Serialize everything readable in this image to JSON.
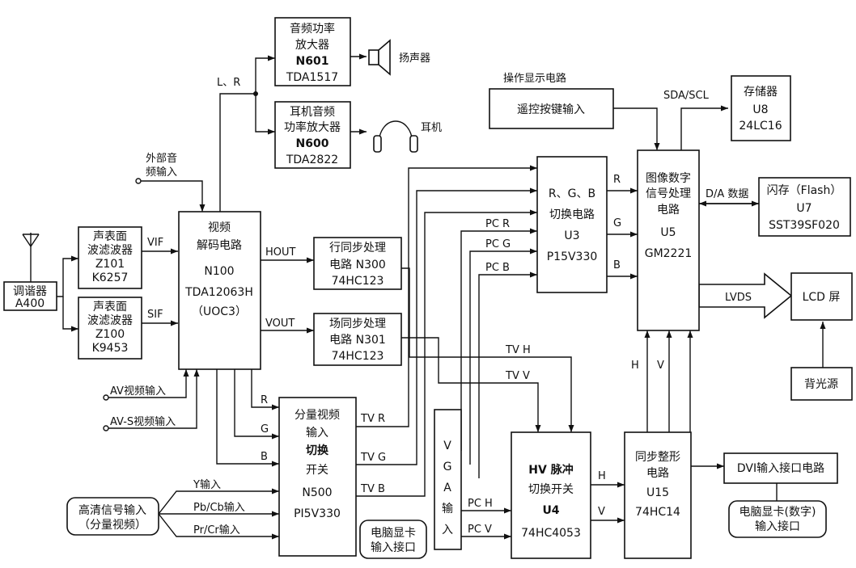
{
  "boxes": {
    "tuner": [
      "调谐器",
      "A400"
    ],
    "saw1": [
      "声表面",
      "波滤波器",
      "Z101",
      "K6257"
    ],
    "saw2": [
      "声表面",
      "波滤波器",
      "Z100",
      "K9453"
    ],
    "decoder": [
      "视频",
      "解码电路",
      "N100",
      "TDA12063H",
      "（UOC3）"
    ],
    "audio_amp": [
      "音频功率",
      "放大器",
      "N601",
      "TDA1517"
    ],
    "hp_amp": [
      "耳机音频",
      "功率放大器",
      "N600",
      "TDA2822"
    ],
    "hsync": [
      "行同步处理",
      "电路 N300",
      "74HC123"
    ],
    "vsync": [
      "场同步处理",
      "电路 N301",
      "74HC123"
    ],
    "component_switch": [
      "分量视频",
      "输入",
      "切换",
      "开关",
      "N500",
      "PI5V330"
    ],
    "vga": [
      "V",
      "G",
      "A",
      "输",
      "入"
    ],
    "hv_switch": [
      "HV 脉冲",
      "切换开关",
      "U4",
      "74HC4053"
    ],
    "sync_shaper": [
      "同步整形",
      "电路",
      "U15",
      "74HC14"
    ],
    "rgb_switch": [
      "R、G、B",
      "切换电路",
      "U3",
      "P15V330"
    ],
    "scaler": [
      "图像数字",
      "信号处理",
      "电路",
      "U5",
      "GM2221"
    ],
    "memory": [
      "存储器",
      "U8",
      "24LC16"
    ],
    "flash": [
      "闪存（Flash）",
      "U7",
      "SST39SF020"
    ],
    "remote": [
      "遥控按键输入"
    ],
    "lcd": [
      "LCD 屏"
    ],
    "backlight": [
      "背光源"
    ],
    "dvi": [
      "DVI输入接口电路"
    ],
    "pc_card": [
      "电脑显卡",
      "输入接口"
    ],
    "pc_card_digital": [
      "电脑显卡(数字)",
      "输入接口"
    ],
    "hd_input": [
      "高清信号输入",
      "（分量视频）"
    ]
  },
  "labels": {
    "vif": "VIF",
    "sif": "SIF",
    "lr": "L、R",
    "ext_audio": [
      "外部音",
      "频输入"
    ],
    "speaker": "扬声器",
    "headphone": "耳机",
    "hout": "HOUT",
    "vout": "VOUT",
    "av_video": "AV视频输入",
    "avs_video": "AV-S视频输入",
    "r": "R",
    "g": "G",
    "b": "B",
    "tv_r": "TV R",
    "tv_g": "TV G",
    "tv_b": "TV B",
    "y_in": "Y输入",
    "pb_in": "Pb/Cb输入",
    "pr_in": "Pr/Cr输入",
    "pc_h": "PC H",
    "pc_v": "PC V",
    "h": "H",
    "v": "V",
    "tv_h": "TV H",
    "tv_v": "TV V",
    "pc_r": "PC R",
    "pc_g": "PC G",
    "pc_b": "PC B",
    "u3_r": "R",
    "u3_g": "G",
    "u3_b": "B",
    "op_display": "操作显示电路",
    "sda_scl": "SDA/SCL",
    "da_data": "D/A 数据",
    "lvds": "LVDS",
    "u15_h": "H",
    "u15_v": "V"
  }
}
